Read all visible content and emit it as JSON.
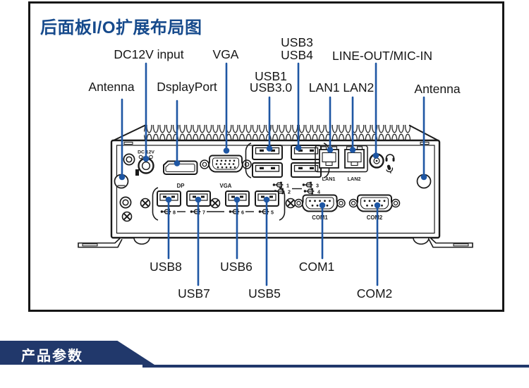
{
  "colors": {
    "accent_blue": "#164a8c",
    "leader_blue": "#1e56a3",
    "banner_navy": "#21386b",
    "ink": "#161616"
  },
  "header": {
    "title": "后面板I/O扩展布局图"
  },
  "footer": {
    "title": "产品参数"
  },
  "callouts": {
    "usb3": "USB3",
    "usb4": "USB4",
    "dc12v": "DC12V input",
    "vga": "VGA",
    "lineout_micin": "LINE-OUT/MIC-IN",
    "usb1": "USB1",
    "usb30": "USB3.0",
    "antenna_left": "Antenna",
    "displayport": "DsplayPort",
    "lan1_lan2": "LAN1 LAN2",
    "antenna_right": "Antenna",
    "usb8": "USB8",
    "usb7": "USB7",
    "usb6": "USB6",
    "usb5": "USB5",
    "com1": "COM1",
    "com2": "COM2"
  },
  "panel": {
    "dc_label": "DC 12V",
    "dp_label": "DP",
    "vga_label": "VGA",
    "lan1_label": "LAN1",
    "lan2_label": "LAN2",
    "com1_label": "COM1",
    "com2_label": "COM2",
    "usb_top_numbers": [
      "1",
      "2",
      "3",
      "4"
    ],
    "usb_bottom_numbers": [
      "8",
      "7",
      "6",
      "5"
    ]
  }
}
